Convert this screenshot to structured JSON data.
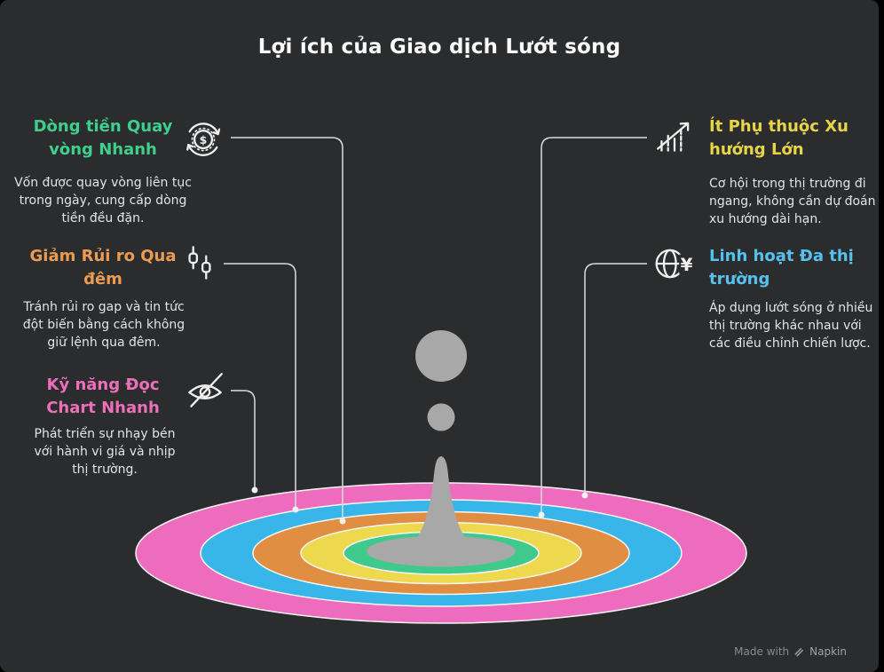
{
  "page": {
    "title": "Lợi ích của Giao dịch Lướt sóng",
    "background_color": "#2a2c2d",
    "title_color": "#fafafa"
  },
  "items": [
    {
      "id": "cash-flow",
      "title": "Dòng tiền Quay vòng Nhanh",
      "description": "Vốn được quay vòng liên tục trong ngày, cung cấp dòng tiền đều đặn.",
      "color": "#3ecf8e",
      "icon": "coin-rotation-icon",
      "side": "left"
    },
    {
      "id": "overnight-risk",
      "title": "Giảm Rủi ro Qua đêm",
      "description": "Tránh rủi ro gap và tin tức đột biến bằng cách không giữ lệnh qua đêm.",
      "color": "#eb9b52",
      "icon": "candlestick-icon",
      "side": "left"
    },
    {
      "id": "chart-reading",
      "title": "Kỹ năng Đọc Chart Nhanh",
      "description": "Phát triển sự nhạy bén với hành vi giá và nhịp thị trường.",
      "color": "#ee6fb9",
      "icon": "eye-icon",
      "side": "left"
    },
    {
      "id": "trend-independent",
      "title": "Ít Phụ thuộc Xu hướng Lớn",
      "description": "Cơ hội trong thị trường đi ngang, không cần dự đoán xu hướng dài hạn.",
      "color": "#e8d447",
      "icon": "trend-up-icon",
      "side": "right"
    },
    {
      "id": "multi-market",
      "title": "Linh hoạt Đa thị trường",
      "description": "Áp dụng lướt sóng ở nhiều thị trường khác nhau với các điều chỉnh chiến lược.",
      "color": "#55c1ec",
      "icon": "globe-yen-icon",
      "side": "right"
    }
  ],
  "illustration": {
    "ripple_colors": [
      "#ee6cbe",
      "#38b6e9",
      "#e08e41",
      "#eed84d",
      "#3fc98c"
    ],
    "droplet_color": "#a8a8a8"
  },
  "icon_glyphs": {
    "dollar": "$",
    "yen": "¥"
  },
  "footer": {
    "made_with": "Made with",
    "brand": "Napkin"
  }
}
